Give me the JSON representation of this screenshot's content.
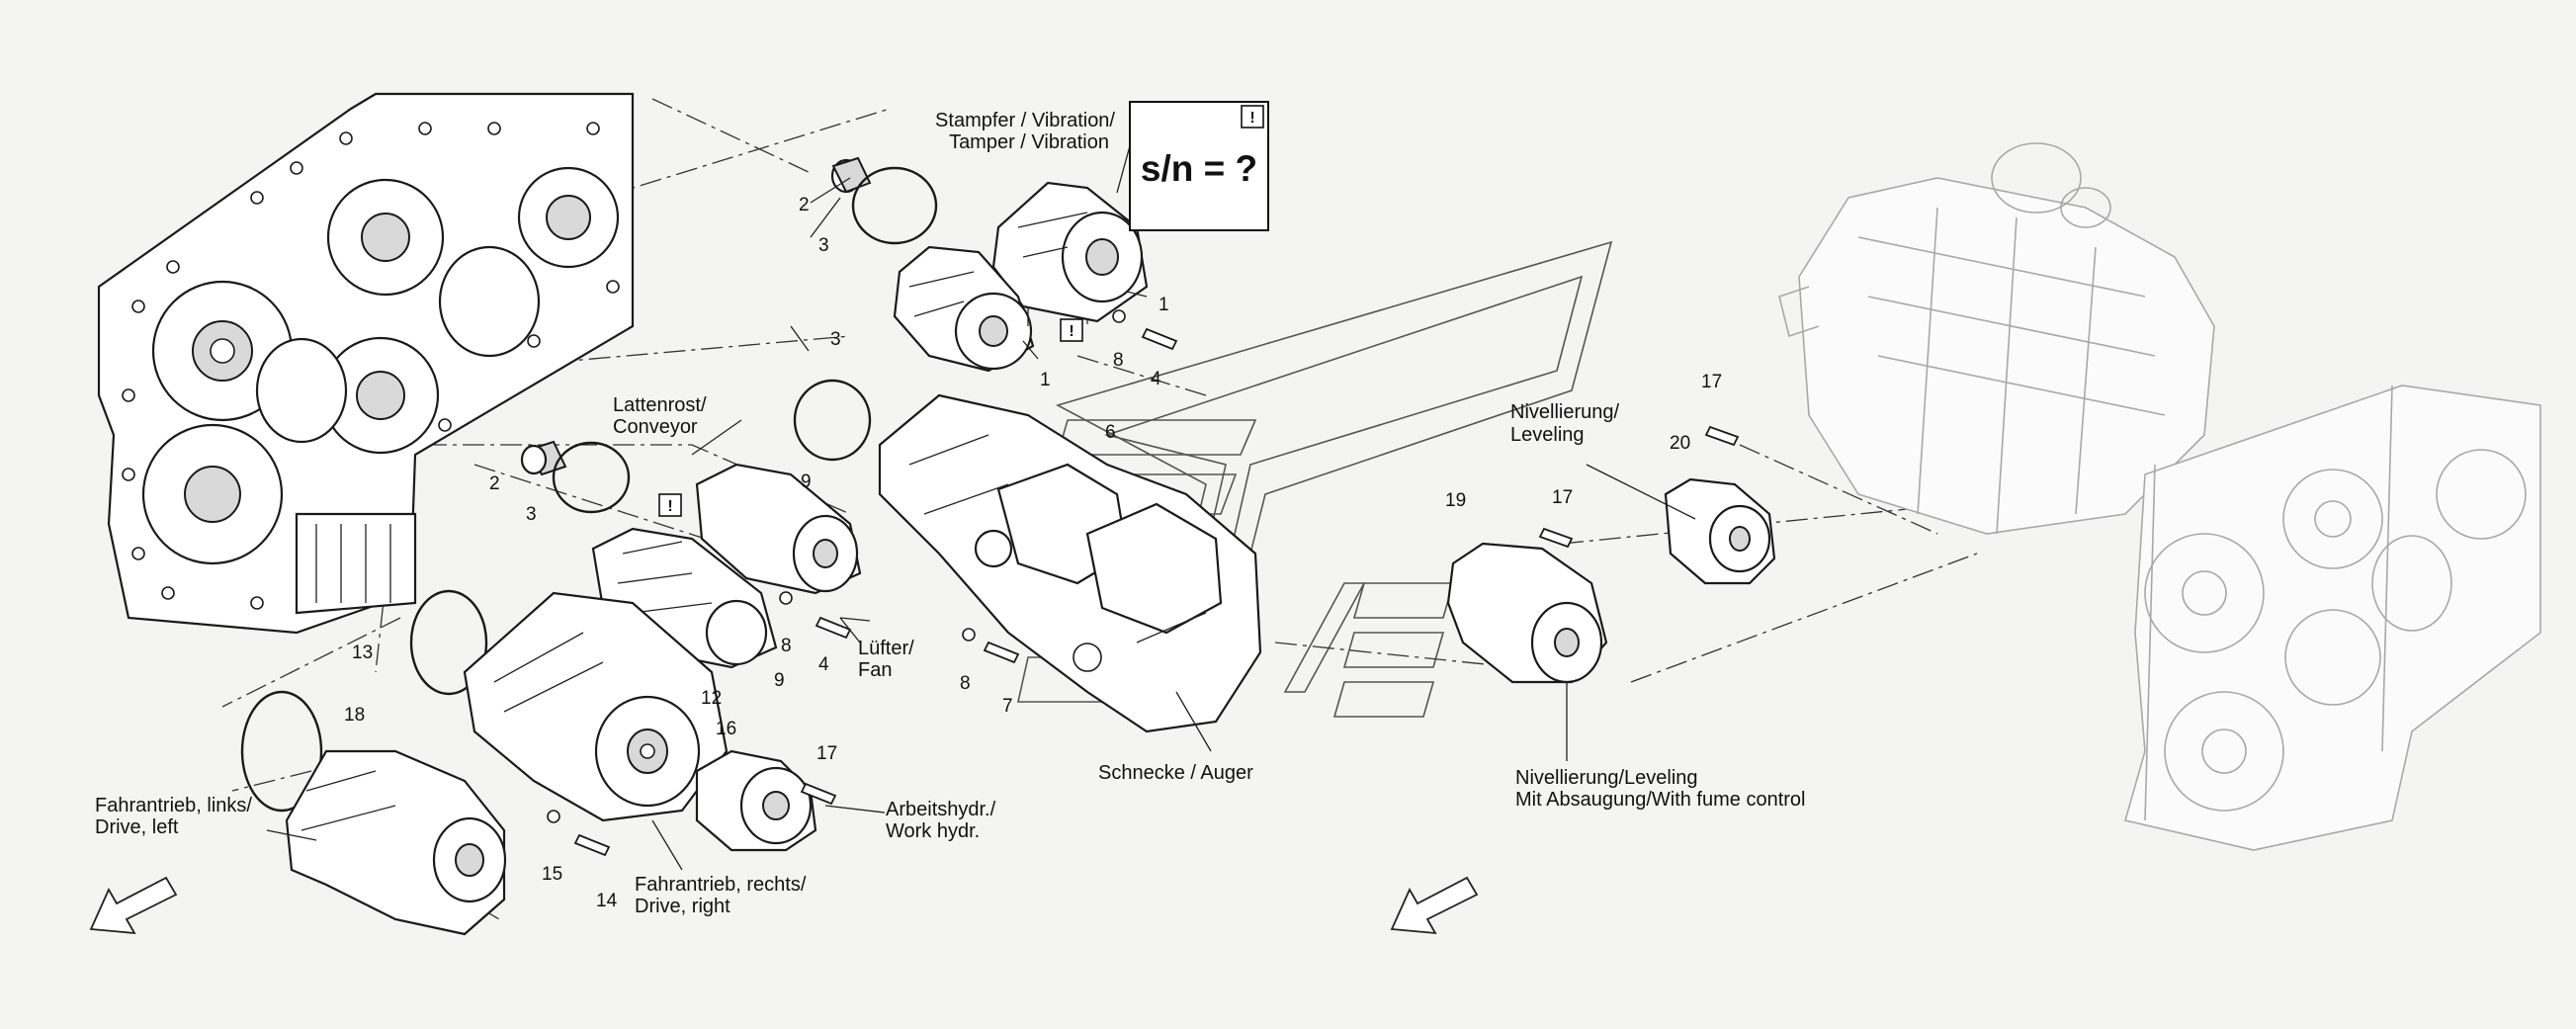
{
  "info_box": {
    "warning_icon": "!",
    "text": "s/n = ?"
  },
  "warning_icons": [
    "!",
    "!",
    "!"
  ],
  "labels": {
    "tamper_vibration": [
      "Stampfer / Vibration/",
      "Tamper / Vibration"
    ],
    "conveyor": [
      "Lattenrost/",
      "Conveyor"
    ],
    "fan": [
      "Lüfter/",
      "Fan"
    ],
    "auger": "Schnecke / Auger",
    "leveling": [
      "Nivellierung/",
      "Leveling"
    ],
    "leveling_fume": [
      "Nivellierung/Leveling",
      "Mit Absaugung/With fume control"
    ],
    "drive_left": [
      "Fahrantrieb, links/",
      "Drive, left"
    ],
    "drive_right": [
      "Fahrantrieb, rechts/",
      "Drive, right"
    ],
    "work_hydraulics": [
      "Arbeitshydr./",
      "Work hydr."
    ]
  },
  "callouts": {
    "c1a": "1",
    "c1b": "1",
    "c2a": "2",
    "c2b": "2",
    "c3a": "3",
    "c3b": "3",
    "c3c": "3",
    "c4a": "4",
    "c4b": "4",
    "c6": "6",
    "c7": "7",
    "c8a": "8",
    "c8b": "8",
    "c8c": "8",
    "c9a": "9",
    "c9b": "9",
    "c12": "12",
    "c13": "13",
    "c14": "14",
    "c15": "15",
    "c16": "16",
    "c17a": "17",
    "c17b": "17",
    "c17c": "17",
    "c18": "18",
    "c19": "19",
    "c20": "20"
  },
  "icons": [
    "direction-arrow-icon",
    "warning-icon",
    "watermark-logo-icon"
  ]
}
